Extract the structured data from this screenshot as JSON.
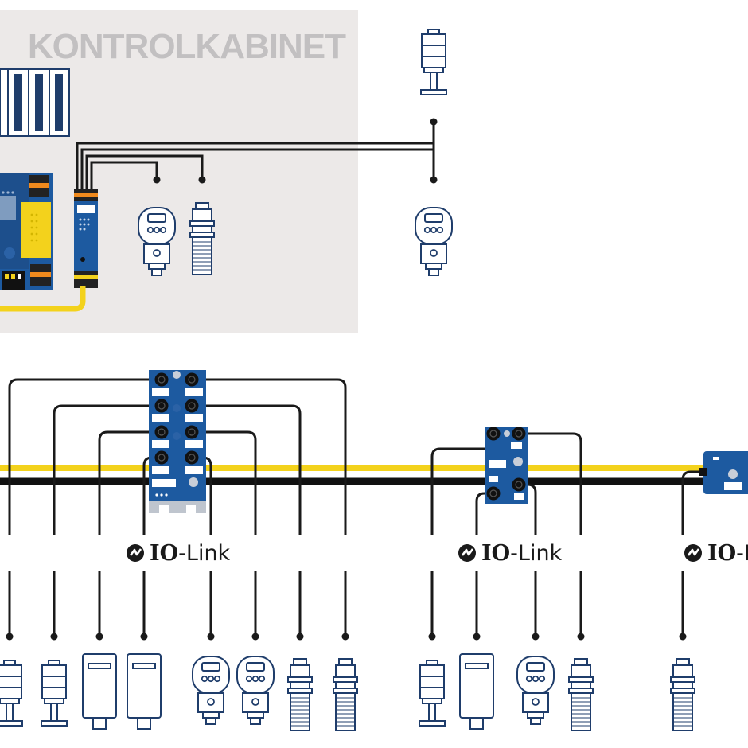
{
  "cabinet": {
    "title": "KONTROLKABINET"
  },
  "io_link_labels": [
    {
      "strong": "IO",
      "suffix": "-Link"
    },
    {
      "strong": "IO",
      "suffix": "-Link"
    },
    {
      "strong": "IO",
      "suffix": "-I"
    }
  ],
  "icons": {
    "io_link": "io-link-logo-icon",
    "pressure_sensor": "pressure-sensor-icon",
    "proximity_sensor": "cylindrical-sensor-icon",
    "signal_tower": "signal-tower-icon",
    "photoelectric_sensor": "photoelectric-sensor-icon",
    "master_block": "io-link-master-icon",
    "hub": "io-link-hub-icon",
    "controller": "safety-controller-icon",
    "gateway": "io-link-gateway-icon"
  },
  "colors": {
    "cabinet_bg": "#ece9e8",
    "device_blue": "#1f3d6b",
    "module_blue": "#1d5aa0",
    "yellow": "#f3d21c",
    "wire": "#1a1a1a",
    "cabinet_title": "#c2c0c1"
  }
}
